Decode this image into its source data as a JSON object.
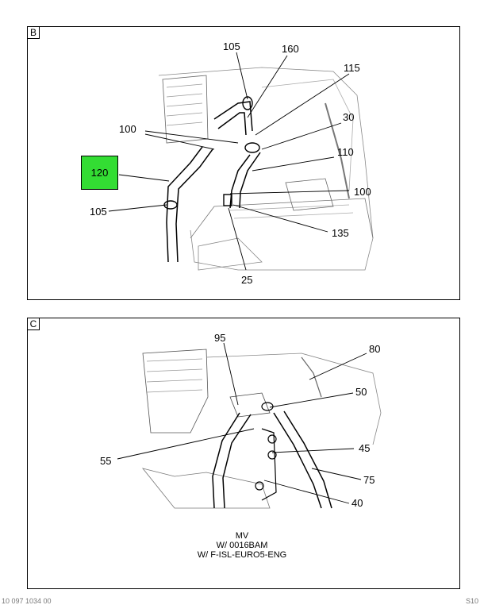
{
  "panel_b": {
    "tag": "B",
    "callouts": [
      "105",
      "160",
      "115",
      "100",
      "30",
      "120",
      "110",
      "100",
      "105",
      "135",
      "25"
    ]
  },
  "panel_c": {
    "tag": "C",
    "callouts": [
      "95",
      "80",
      "50",
      "55",
      "45",
      "75",
      "40"
    ],
    "note": [
      "MV",
      "W/ 0016BAM",
      "W/ F-ISL-EURO5-ENG"
    ]
  },
  "footer": {
    "left": "10 097 1034 00",
    "right": "S10"
  },
  "colors": {
    "highlight": "#33dd33"
  }
}
